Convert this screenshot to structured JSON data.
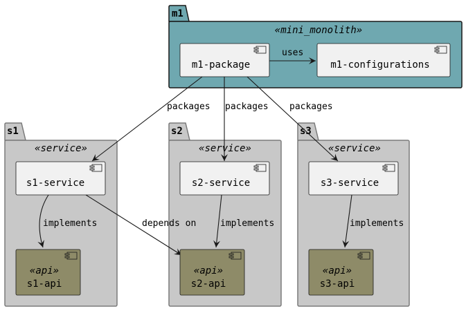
{
  "packages": [
    {
      "id": "m1",
      "label": "m1",
      "stereotype": "«mini_monolith»",
      "color": "#6FA8B0"
    },
    {
      "id": "s1",
      "label": "s1",
      "stereotype": "«service»",
      "color": "#C8C8C8"
    },
    {
      "id": "s2",
      "label": "s2",
      "stereotype": "«service»",
      "color": "#C8C8C8"
    },
    {
      "id": "s3",
      "label": "s3",
      "stereotype": "«service»",
      "color": "#C8C8C8"
    }
  ],
  "components": {
    "m1_package": {
      "label": "m1-package",
      "color": "#F1F1F1"
    },
    "m1_configurations": {
      "label": "m1-configurations",
      "color": "#F1F1F1"
    },
    "s1_service": {
      "label": "s1-service",
      "color": "#F1F1F1"
    },
    "s2_service": {
      "label": "s2-service",
      "color": "#F1F1F1"
    },
    "s3_service": {
      "label": "s3-service",
      "color": "#F1F1F1"
    },
    "s1_api": {
      "stereotype": "«api»",
      "label": "s1-api",
      "color": "#8E8B68"
    },
    "s2_api": {
      "stereotype": "«api»",
      "label": "s2-api",
      "color": "#8E8B68"
    },
    "s3_api": {
      "stereotype": "«api»",
      "label": "s3-api",
      "color": "#8E8B68"
    }
  },
  "edges": {
    "uses": "uses",
    "packages_s1": "packages",
    "packages_s2": "packages",
    "packages_s3": "packages",
    "implements_s1": "implements",
    "implements_s2": "implements",
    "implements_s3": "implements",
    "depends_on": "depends on"
  },
  "icons": {
    "component": "component-icon"
  }
}
